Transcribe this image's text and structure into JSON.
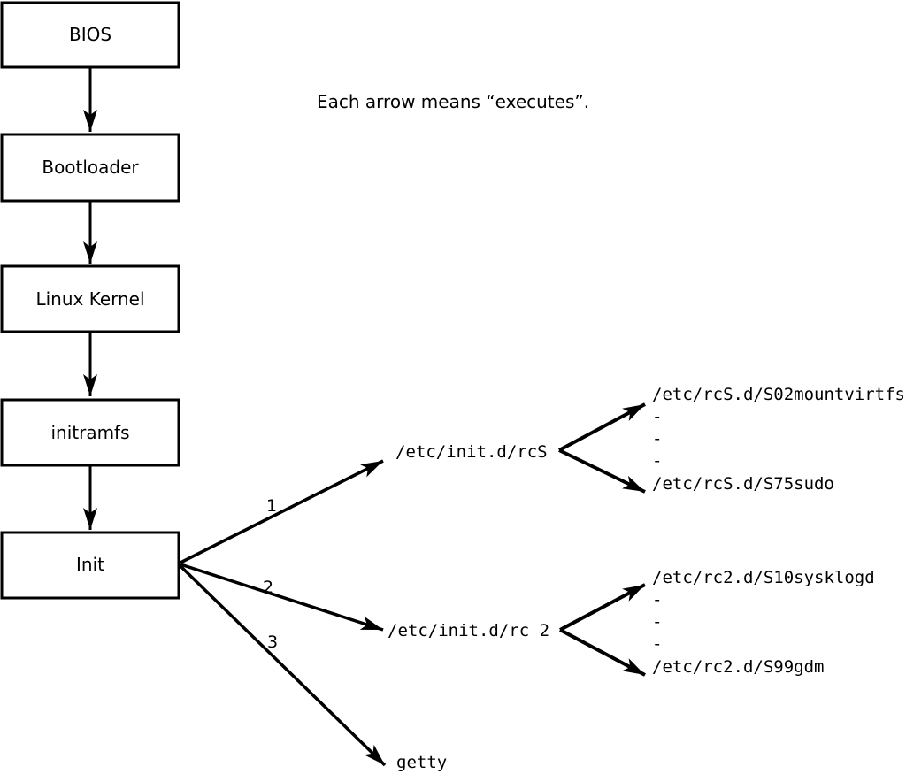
{
  "diagram": {
    "caption": "Each arrow means “executes”.",
    "nodes": {
      "bios": "BIOS",
      "bootloader": "Bootloader",
      "kernel": "Linux Kernel",
      "initramfs": "initramfs",
      "init": "Init"
    },
    "branches": [
      {
        "number": "1",
        "target": "/etc/init.d/rcS",
        "scripts": [
          "/etc/rcS.d/S02mountvirtfs",
          "-",
          "-",
          "-",
          "/etc/rcS.d/S75sudo"
        ]
      },
      {
        "number": "2",
        "target": "/etc/init.d/rc 2",
        "scripts": [
          "/etc/rc2.d/S10sysklogd",
          "-",
          "-",
          "-",
          "/etc/rc2.d/S99gdm"
        ]
      },
      {
        "number": "3",
        "target": "getty",
        "scripts": []
      }
    ],
    "colors": {
      "line": "#000000",
      "box_fill": "#ffffff",
      "background": "#ffffff"
    }
  }
}
